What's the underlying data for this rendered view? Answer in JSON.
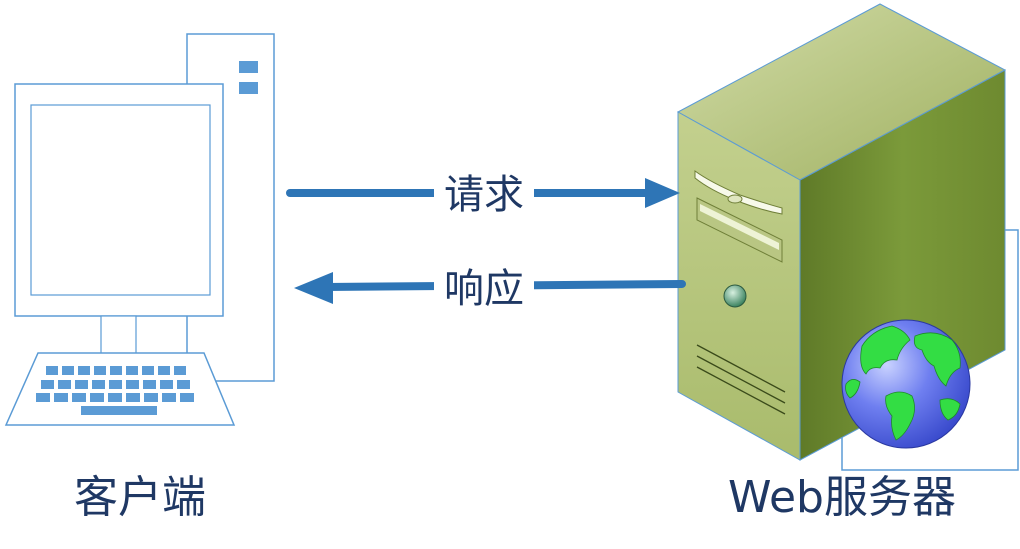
{
  "client": {
    "label": "客户端"
  },
  "server": {
    "label": "Web服务器"
  },
  "arrows": {
    "request_label": "请求",
    "response_label": "响应"
  },
  "colors": {
    "arrow": "#2e75b6",
    "label_text": "#1f3864",
    "pc_outline": "#5b9bd5",
    "keyboard_keys": "#5b9bd5",
    "server_front": "#b4c47a",
    "server_side": "#7a9338",
    "globe_ocean": "#4a5bd6",
    "globe_land": "#33dd44"
  }
}
